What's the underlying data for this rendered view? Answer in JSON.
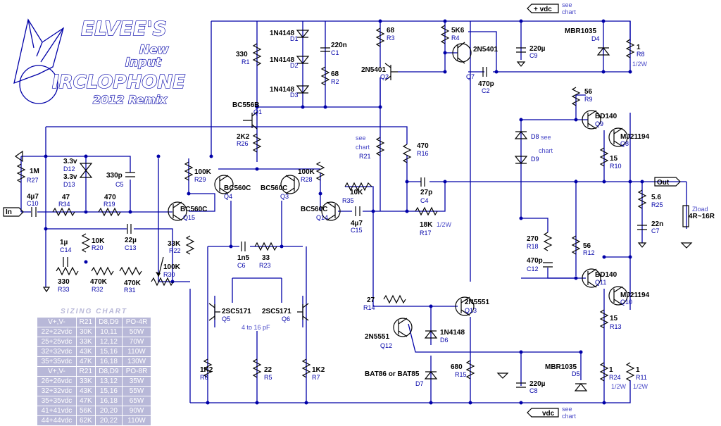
{
  "logo": {
    "line1": "ELVEE'S",
    "line2": "New",
    "line3": "Input",
    "line4": "IRCLOPHONE",
    "line5": "2012 Remix"
  },
  "ports": {
    "in": "In",
    "out": "Out",
    "vplus": "+ vdc",
    "vminus": "vdc",
    "see_chart_top": "see",
    "see_chart_top2": "chart",
    "see_chart_bot": "see",
    "see_chart_bot2": "chart",
    "zload": "Zload",
    "zload_range": "4R~16R"
  },
  "parts": [
    {
      "ref": "R1",
      "val": "330"
    },
    {
      "ref": "D1",
      "val": "1N4148"
    },
    {
      "ref": "D2",
      "val": "1N4148"
    },
    {
      "ref": "D3",
      "val": "1N4148"
    },
    {
      "ref": "C1",
      "val": "220n"
    },
    {
      "ref": "R2",
      "val": "68"
    },
    {
      "ref": "R3",
      "val": "68"
    },
    {
      "ref": "R4",
      "val": "5K6"
    },
    {
      "ref": "Q2",
      "val": "2N5401"
    },
    {
      "ref": "Q7",
      "val": "2N5401"
    },
    {
      "ref": "C2",
      "val": "470p"
    },
    {
      "ref": "C9",
      "val": "220µ"
    },
    {
      "ref": "D4",
      "val": "MBR1035"
    },
    {
      "ref": "R8",
      "val": "1"
    },
    {
      "ref": "R8_note",
      "val": "1/2W"
    },
    {
      "ref": "Q1",
      "val": "BC556B"
    },
    {
      "ref": "R26",
      "val": "2K2"
    },
    {
      "ref": "R9",
      "val": "56"
    },
    {
      "ref": "Q9",
      "val": "BD140"
    },
    {
      "ref": "Q8",
      "val": "MJ21194"
    },
    {
      "ref": "D8",
      "val": "see"
    },
    {
      "ref": "D8_note",
      "val": "chart"
    },
    {
      "ref": "R21",
      "val": "see"
    },
    {
      "ref": "R21_note",
      "val": "chart"
    },
    {
      "ref": "R16",
      "val": "470"
    },
    {
      "ref": "R10",
      "val": "15"
    },
    {
      "ref": "R27",
      "val": "1M"
    },
    {
      "ref": "D12",
      "val": "3.3v"
    },
    {
      "ref": "D13",
      "val": "3.3v"
    },
    {
      "ref": "C5",
      "val": "330p"
    },
    {
      "ref": "R29",
      "val": "100K"
    },
    {
      "ref": "Q4",
      "val": "BC560C"
    },
    {
      "ref": "Q3",
      "val": "BC560C"
    },
    {
      "ref": "R28",
      "val": "100K"
    },
    {
      "ref": "R35",
      "val": "10K"
    },
    {
      "ref": "C4",
      "val": "27p"
    },
    {
      "ref": "R25",
      "val": "5.6"
    },
    {
      "ref": "C7",
      "val": "22n"
    },
    {
      "ref": "C10",
      "val": "4µ7"
    },
    {
      "ref": "R34",
      "val": "47"
    },
    {
      "ref": "R19",
      "val": "470"
    },
    {
      "ref": "Q15",
      "val": "BC560C"
    },
    {
      "ref": "Q14",
      "val": "BC560C"
    },
    {
      "ref": "C15",
      "val": "4µ7"
    },
    {
      "ref": "R17",
      "val": "18K"
    },
    {
      "ref": "R17_note",
      "val": "1/2W"
    },
    {
      "ref": "C14",
      "val": "1µ"
    },
    {
      "ref": "R20",
      "val": "10K"
    },
    {
      "ref": "C13",
      "val": "22µ"
    },
    {
      "ref": "R22",
      "val": "33K"
    },
    {
      "ref": "C6",
      "val": "1n5"
    },
    {
      "ref": "R23",
      "val": "33"
    },
    {
      "ref": "R18",
      "val": "270"
    },
    {
      "ref": "R12",
      "val": "56"
    },
    {
      "ref": "C12",
      "val": "470p"
    },
    {
      "ref": "R33",
      "val": "330"
    },
    {
      "ref": "R32",
      "val": "470K"
    },
    {
      "ref": "R31",
      "val": "470K"
    },
    {
      "ref": "R30",
      "val": "100K"
    },
    {
      "ref": "Q11",
      "val": "BD140"
    },
    {
      "ref": "Q10",
      "val": "MJ21194"
    },
    {
      "ref": "Q5",
      "val": "2SC5171"
    },
    {
      "ref": "Q6",
      "val": "2SC5171"
    },
    {
      "ref": "R14",
      "val": "27"
    },
    {
      "ref": "Q13",
      "val": "2N5551"
    },
    {
      "ref": "R13",
      "val": "15"
    },
    {
      "ref": "Q12",
      "val": "2N5551"
    },
    {
      "ref": "D6",
      "val": "1N4148"
    },
    {
      "ref": "R6",
      "val": "1K2"
    },
    {
      "ref": "R5",
      "val": "22"
    },
    {
      "ref": "R7",
      "val": "1K2"
    },
    {
      "ref": "D7",
      "val": "BAT86 or BAT85"
    },
    {
      "ref": "R15",
      "val": "680"
    },
    {
      "ref": "C8",
      "val": "220µ"
    },
    {
      "ref": "D5",
      "val": "MBR1035"
    },
    {
      "ref": "R24",
      "val": "1"
    },
    {
      "ref": "R24_note",
      "val": "1/2W"
    },
    {
      "ref": "R11",
      "val": "1"
    },
    {
      "ref": "R11_note",
      "val": "1/2W"
    },
    {
      "ref": "D9",
      "val": ""
    },
    {
      "ref": "pf_note",
      "val": "4 to 16 pF"
    }
  ],
  "sizing_chart": {
    "title": "SIZING CHART",
    "header1": [
      "V+,V-",
      "R21",
      "D8,D9",
      "PO-4R"
    ],
    "rows1": [
      [
        "22+22vdc",
        "30K",
        "10,11",
        "50W"
      ],
      [
        "25+25vdc",
        "33K",
        "12,12",
        "70W"
      ],
      [
        "32+32vdc",
        "43K",
        "15,16",
        "110W"
      ],
      [
        "35+35vdc",
        "47K",
        "16,18",
        "130W"
      ]
    ],
    "header2": [
      "V+,V-",
      "R21",
      "D8,D9",
      "PO-8R"
    ],
    "rows2": [
      [
        "26+26vdc",
        "33K",
        "13,12",
        "35W"
      ],
      [
        "32+32vdc",
        "43K",
        "15,16",
        "55W"
      ],
      [
        "35+35vdc",
        "47K",
        "16,18",
        "65W"
      ],
      [
        "41+41vdc",
        "56K",
        "20,20",
        "90W"
      ],
      [
        "44+44vdc",
        "62K",
        "20,22",
        "110W"
      ]
    ]
  },
  "colors": {
    "wire": "#0000a8",
    "component": "#000000",
    "ref_text": "#0000a8",
    "chart_bg": "#b8b8d8"
  }
}
